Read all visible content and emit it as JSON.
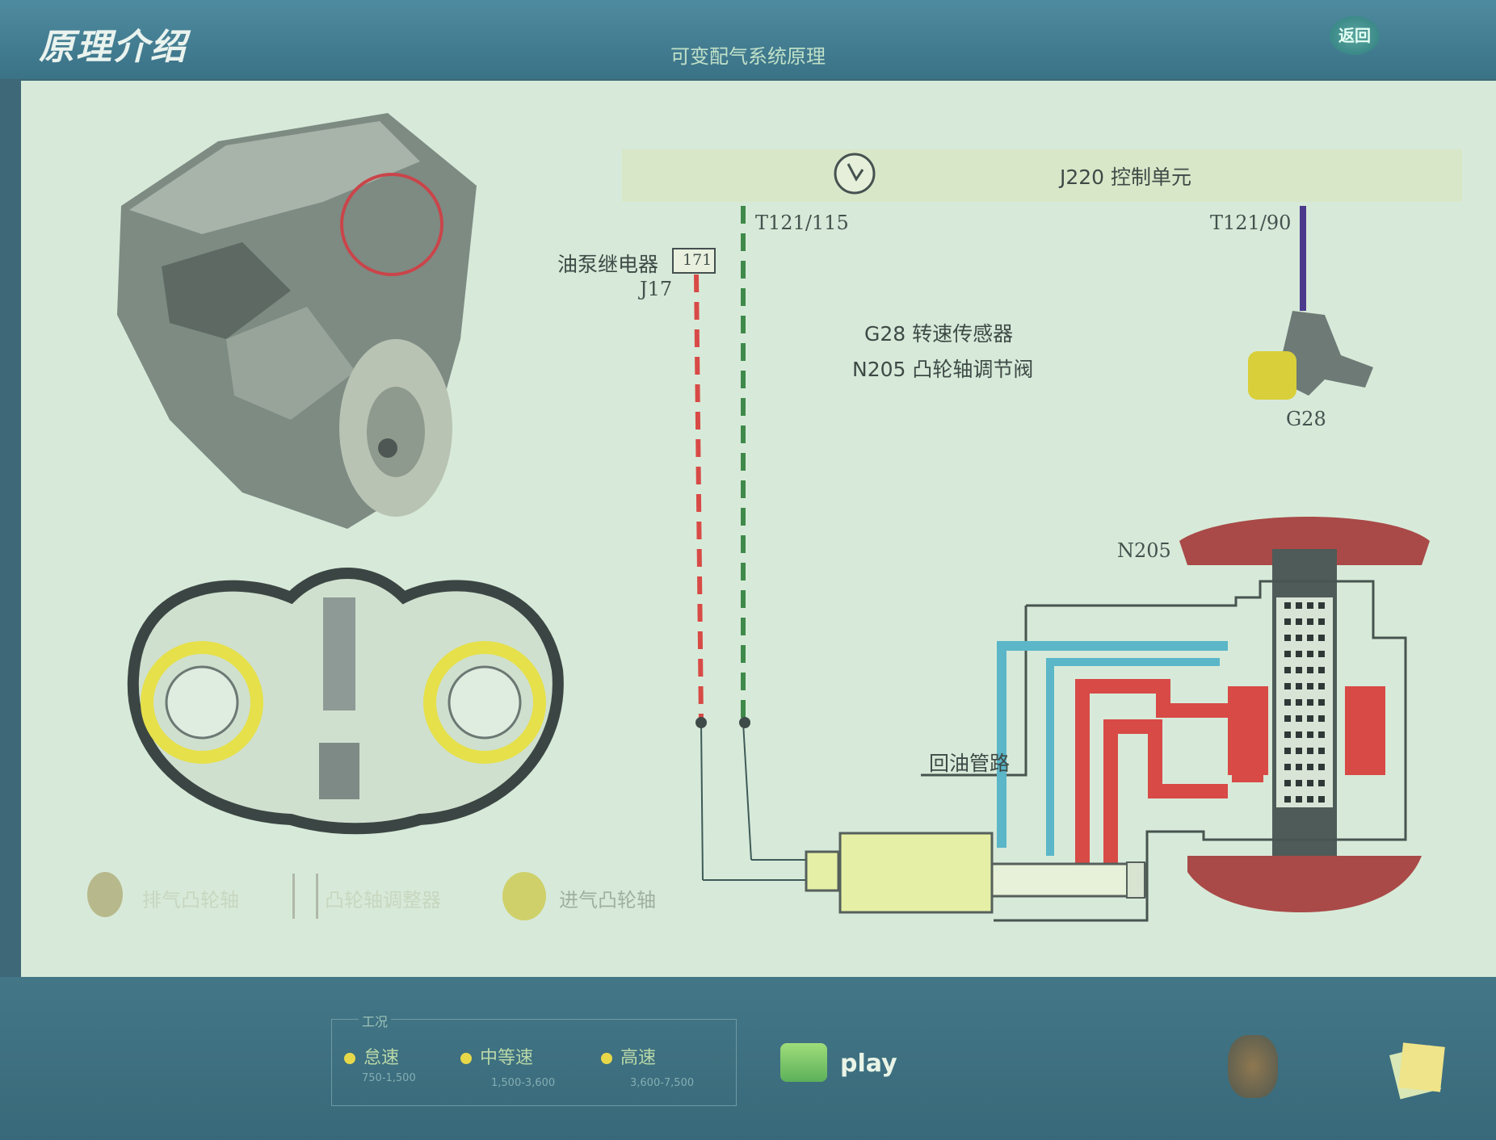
{
  "header": {
    "app_title": "原理介绍",
    "page_title": "可变配气系统原理",
    "back_button": "返回"
  },
  "diagram": {
    "control_unit_label": "J220 控制单元",
    "pin_115": "T121/115",
    "pin_90": "T121/90",
    "relay_label": "油泵继电器",
    "relay_number": "171",
    "relay_code": "J17",
    "g28_desc": "G28 转速传感器",
    "n205_desc": "N205 凸轮轴调节阀",
    "g28_label": "G28",
    "n205_label": "N205",
    "return_line": "回油管路",
    "wire_colors": {
      "relay_wire": "#d84a46",
      "signal_wire": "#3f8a4a",
      "sensor_wire": "#4b3a8c"
    }
  },
  "legend": {
    "exhaust_cam": "排气凸轮轴",
    "adjuster": "凸轮轴调整器",
    "intake_cam": "进气凸轮轴"
  },
  "controls": {
    "mode_title": "工况",
    "modes": [
      {
        "label": "怠速",
        "rpm": "750-1,500"
      },
      {
        "label": "中等速",
        "rpm": "1,500-3,600"
      },
      {
        "label": "高速",
        "rpm": "3,600-7,500"
      }
    ],
    "play_label": "play",
    "icons": [
      "engine-icon",
      "cards-icon"
    ]
  }
}
